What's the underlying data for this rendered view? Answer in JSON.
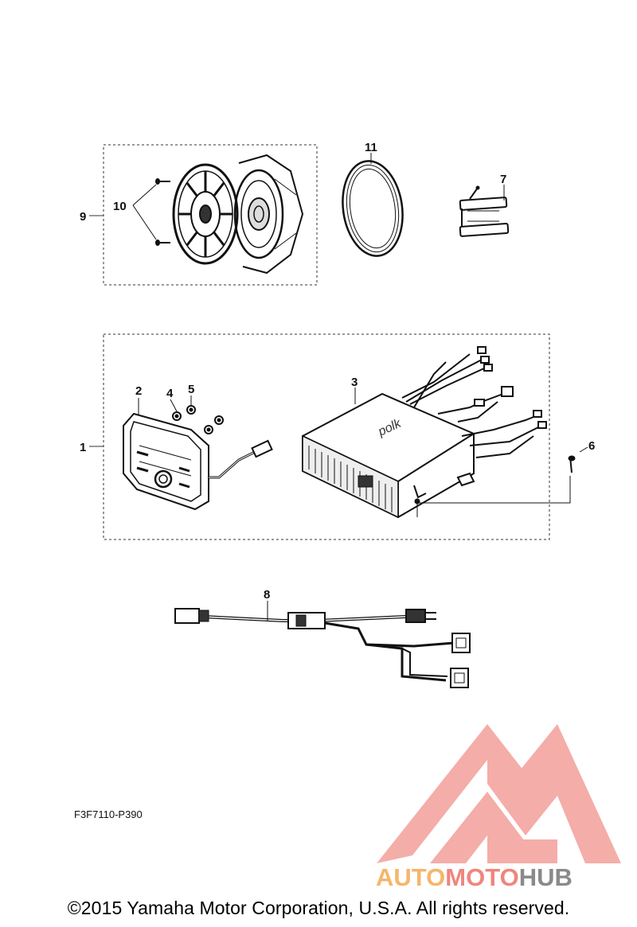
{
  "diagram_code": "F3F7110-P390",
  "copyright": "©2015 Yamaha Motor Corporation, U.S.A. All rights reserved.",
  "watermark": {
    "part1": "AUTO",
    "part2": "MOTO",
    "part3": "HUB",
    "color1": "#f5b66a",
    "color2": "#f0857d",
    "color3": "#8a8a8a"
  },
  "amp_brand": "polk",
  "callouts": {
    "c1": "1",
    "c2": "2",
    "c3": "3",
    "c4": "4",
    "c5": "5",
    "c6": "6",
    "c7": "7",
    "c8": "8",
    "c9": "9",
    "c10": "10",
    "c11": "11"
  }
}
